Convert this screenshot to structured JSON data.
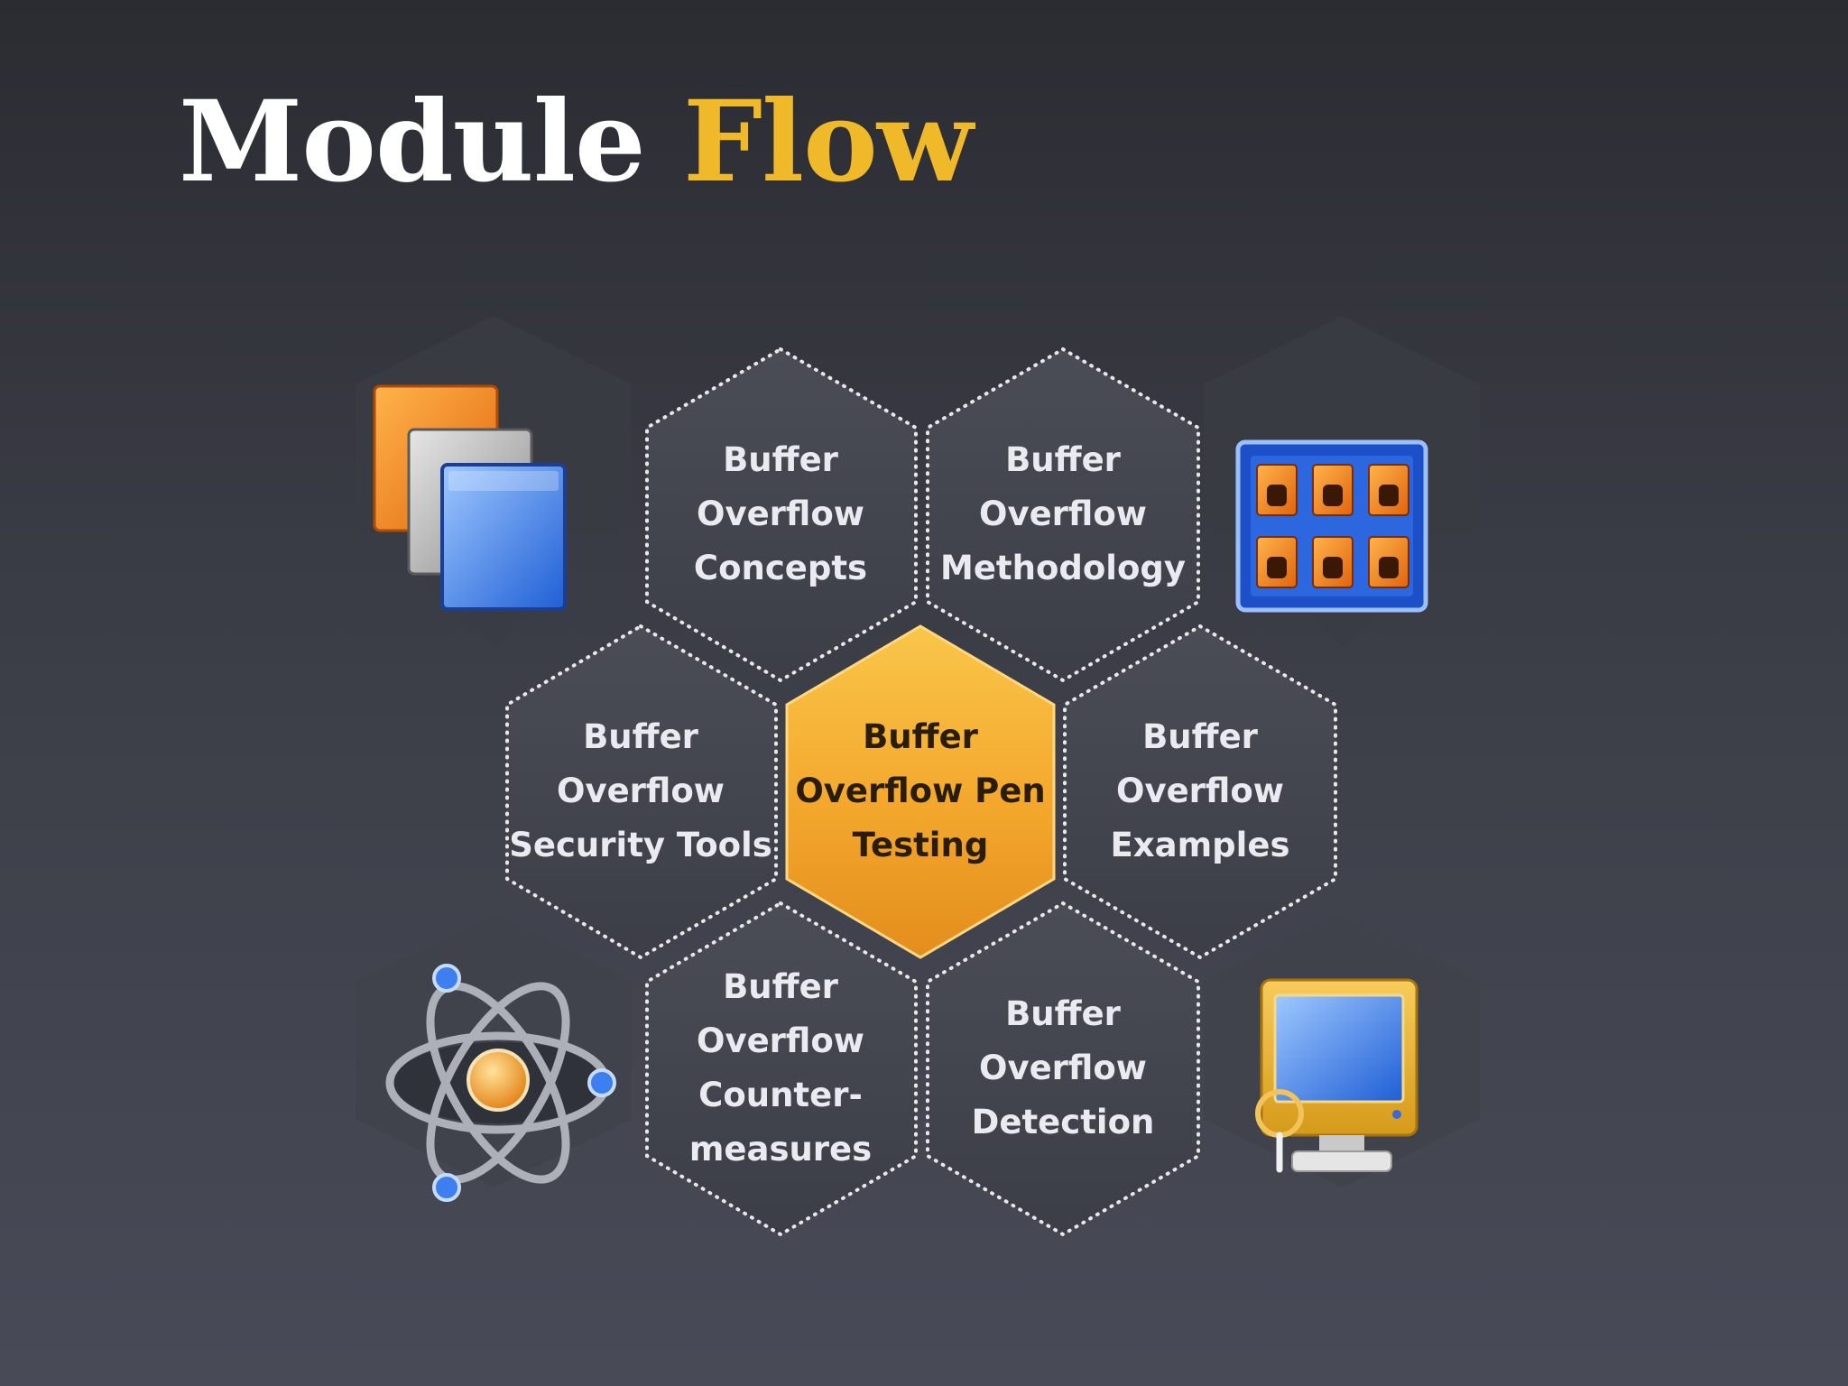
{
  "title": {
    "part1": "Module",
    "part2": "Flow"
  },
  "hexagons": [
    {
      "id": "concepts",
      "lines": [
        "Buffer",
        "Overflow",
        "Concepts"
      ]
    },
    {
      "id": "methodology",
      "lines": [
        "Buffer",
        "Overflow",
        "Methodology"
      ]
    },
    {
      "id": "security-tools",
      "lines": [
        "Buffer",
        "Overflow",
        "Security Tools"
      ]
    },
    {
      "id": "pen-testing",
      "lines": [
        "Buffer",
        "Overflow Pen",
        "Testing"
      ],
      "highlighted": true
    },
    {
      "id": "examples",
      "lines": [
        "Buffer",
        "Overflow",
        "Examples"
      ]
    },
    {
      "id": "countermeasures",
      "lines": [
        "Buffer",
        "Overflow",
        "Counter-",
        "measures"
      ]
    },
    {
      "id": "detection",
      "lines": [
        "Buffer",
        "Overflow",
        "Detection"
      ]
    }
  ],
  "colors": {
    "title_white": "#ffffff",
    "title_accent": "#f0b92a",
    "hex_fill": "#44464f",
    "center_fill": "#f3a72c",
    "dotted_border": "#e8e8e8"
  },
  "icons": [
    "documents-icon",
    "grid-window-icon",
    "atom-icon",
    "computer-monitor-icon"
  ]
}
